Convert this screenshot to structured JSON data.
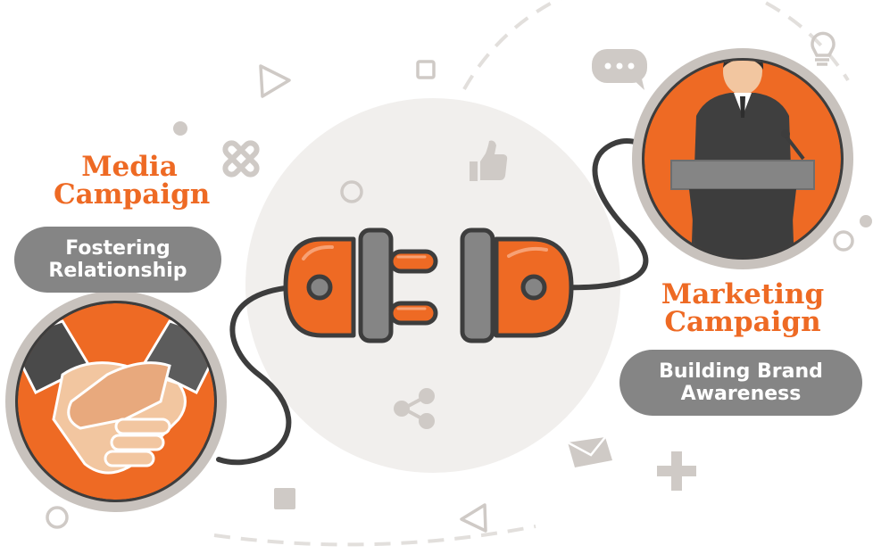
{
  "media": {
    "title_line1": "Media",
    "title_line2": "Campaign",
    "subtitle_line1": "Fostering",
    "subtitle_line2": "Relationship"
  },
  "marketing": {
    "title_line1": "Marketing",
    "title_line2": "Campaign",
    "subtitle_line1": "Building Brand",
    "subtitle_line2": "Awareness"
  },
  "colors": {
    "accent": "#ee6a24",
    "pill": "#858585",
    "ring": "#c8c2bd",
    "dark": "#3d3d3d",
    "decor": "#d4d0cd"
  },
  "icons": [
    "handshake-icon",
    "speaker-at-podium-icon",
    "plug-icon",
    "socket-icon",
    "thumbs-up-icon",
    "share-icon",
    "envelope-icon",
    "chat-bubble-icon",
    "lightbulb-icon"
  ]
}
